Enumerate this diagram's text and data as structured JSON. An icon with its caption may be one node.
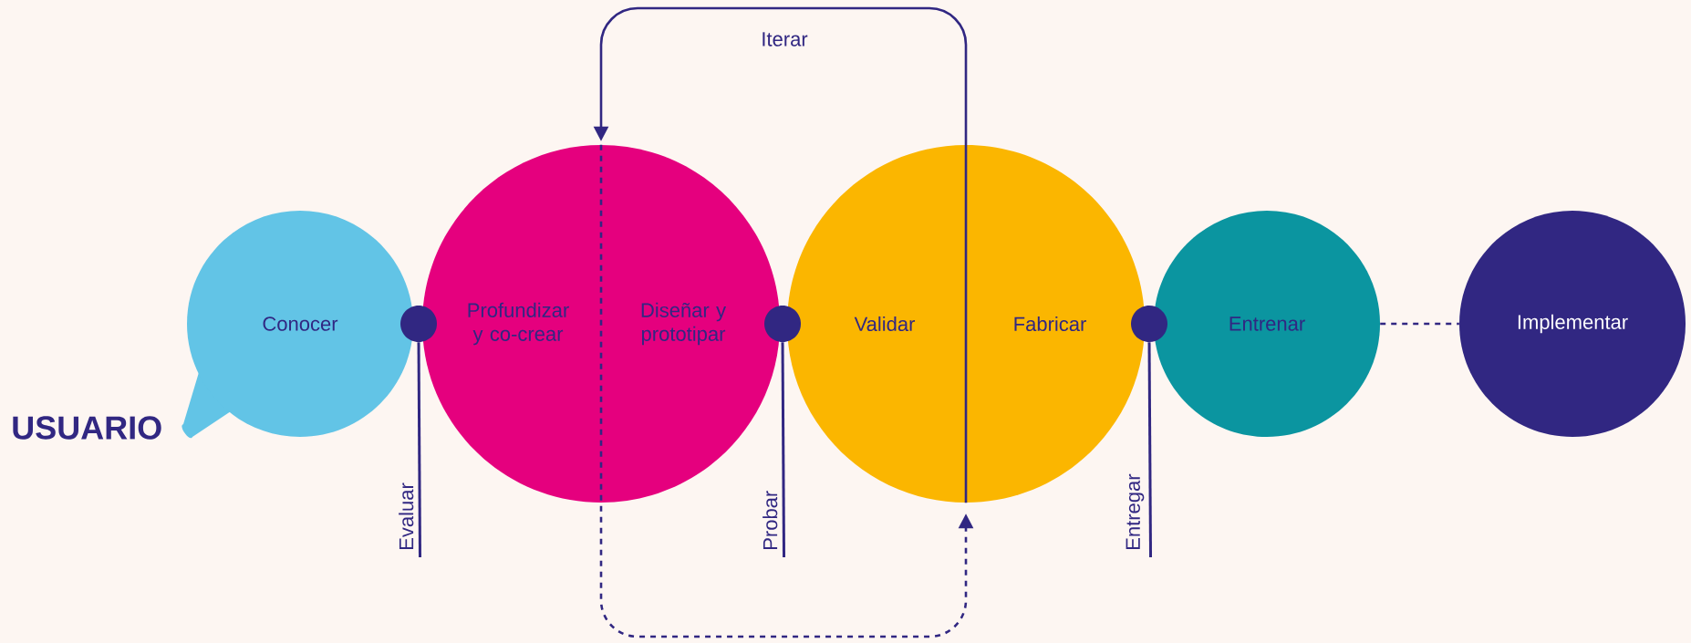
{
  "diagram": {
    "nodes": [
      {
        "text": [
          "Conocer"
        ],
        "beside": [
          "USUARIO"
        ]
      },
      {
        "text": [],
        "shape": "circle"
      },
      {
        "text": [
          "Profundizar y co-crear",
          "Diseñar y prototipar"
        ]
      },
      {
        "text": [],
        "shape": "circle"
      },
      {
        "text": [
          "Validar",
          "Fabricar"
        ]
      },
      {
        "text": [],
        "shape": "circle"
      },
      {
        "text": [
          "Entrenar"
        ]
      },
      {
        "text": [
          "Implementar"
        ]
      },
      {
        "text": [
          "Evaluar"
        ]
      },
      {
        "text": [
          "Probar"
        ]
      },
      {
        "text": [
          "Entregar"
        ]
      }
    ],
    "edges": [
      {
        "from": 4,
        "to": 2,
        "arrow": "to",
        "label": "Iterar"
      },
      {
        "from": 2,
        "to": 4,
        "arrow": "to",
        "style": "dashed"
      },
      {
        "from": 6,
        "to": 7,
        "arrow": "none",
        "style": "dashed"
      },
      {
        "from": 1,
        "to": 8,
        "arrow": "none"
      },
      {
        "from": 3,
        "to": 9,
        "arrow": "none"
      },
      {
        "from": 5,
        "to": 10,
        "arrow": "none"
      }
    ]
  }
}
